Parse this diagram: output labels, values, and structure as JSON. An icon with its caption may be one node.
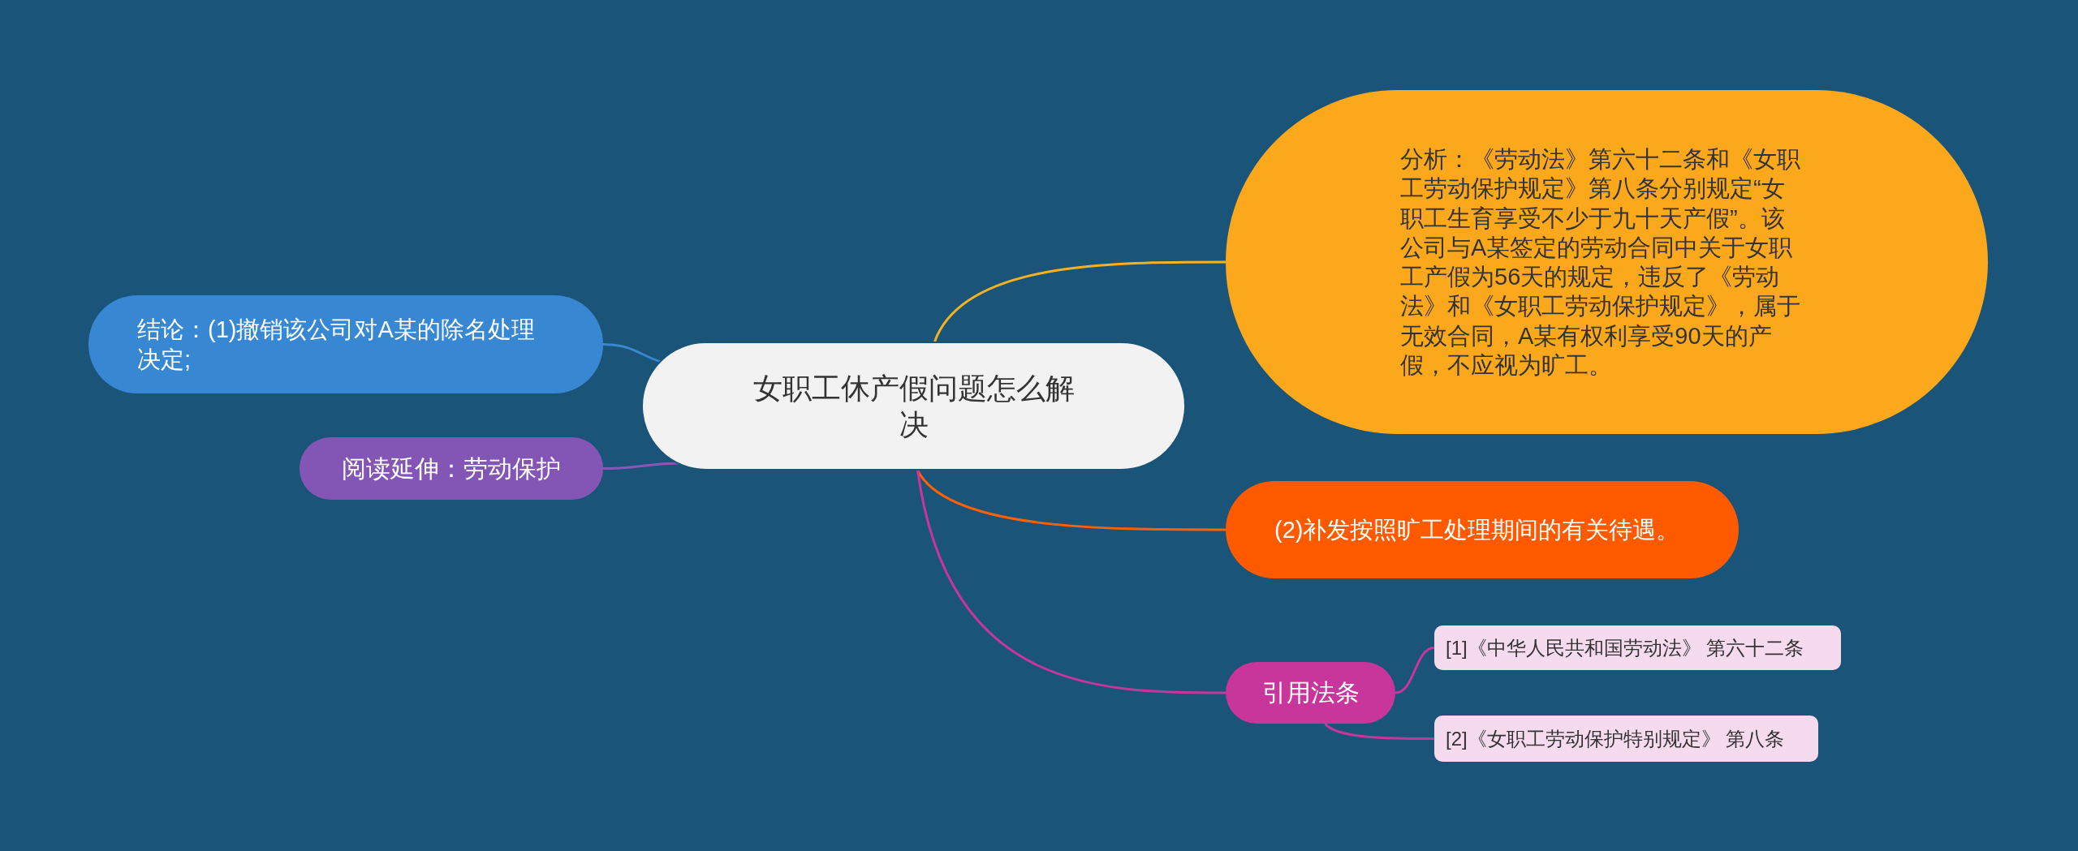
{
  "diagram": {
    "nodes": [
      {
        "text": [
          "女职工休产假问题怎么解决"
        ]
      },
      {
        "text": [
          "分析：《劳动法》第六十二条和《女职工劳动保护规定》第八条分别规定“女职工生育享受不少于九十天产假”。该公司与A某签定的劳动合同中关于女职工产假为56天的规定，违反了《劳动法》和《女职工劳动保护规定》，属于无效合同，A某有权利享受90天的产假，不应视为旷工。"
        ]
      },
      {
        "text": [
          "(2)补发按照旷工处理期间的有关待遇。"
        ]
      },
      {
        "text": [
          "引用法条"
        ]
      },
      {
        "text": [
          "[1]《中华人民共和国劳动法》 第六十二条"
        ]
      },
      {
        "text": [
          "[2]《女职工劳动保护特别规定》 第八条"
        ]
      },
      {
        "text": [
          "结论：(1)撤销该公司对A某的除名处理决定;"
        ]
      },
      {
        "text": [
          "阅读延伸：劳动保护"
        ]
      }
    ],
    "edges": [
      {
        "from": 0,
        "to": 1,
        "arrow": "none",
        "color": "#f5b120"
      },
      {
        "from": 0,
        "to": 2,
        "arrow": "none",
        "color": "#ff6000"
      },
      {
        "from": 0,
        "to": 3,
        "arrow": "none",
        "color": "#c8369b"
      },
      {
        "from": 3,
        "to": 4,
        "arrow": "none",
        "color": "#c8369b"
      },
      {
        "from": 3,
        "to": 5,
        "arrow": "none",
        "color": "#c8369b"
      },
      {
        "from": 0,
        "to": 6,
        "arrow": "none",
        "color": "#3a86d0"
      },
      {
        "from": 0,
        "to": 7,
        "arrow": "none",
        "color": "#8a57b8"
      }
    ]
  }
}
